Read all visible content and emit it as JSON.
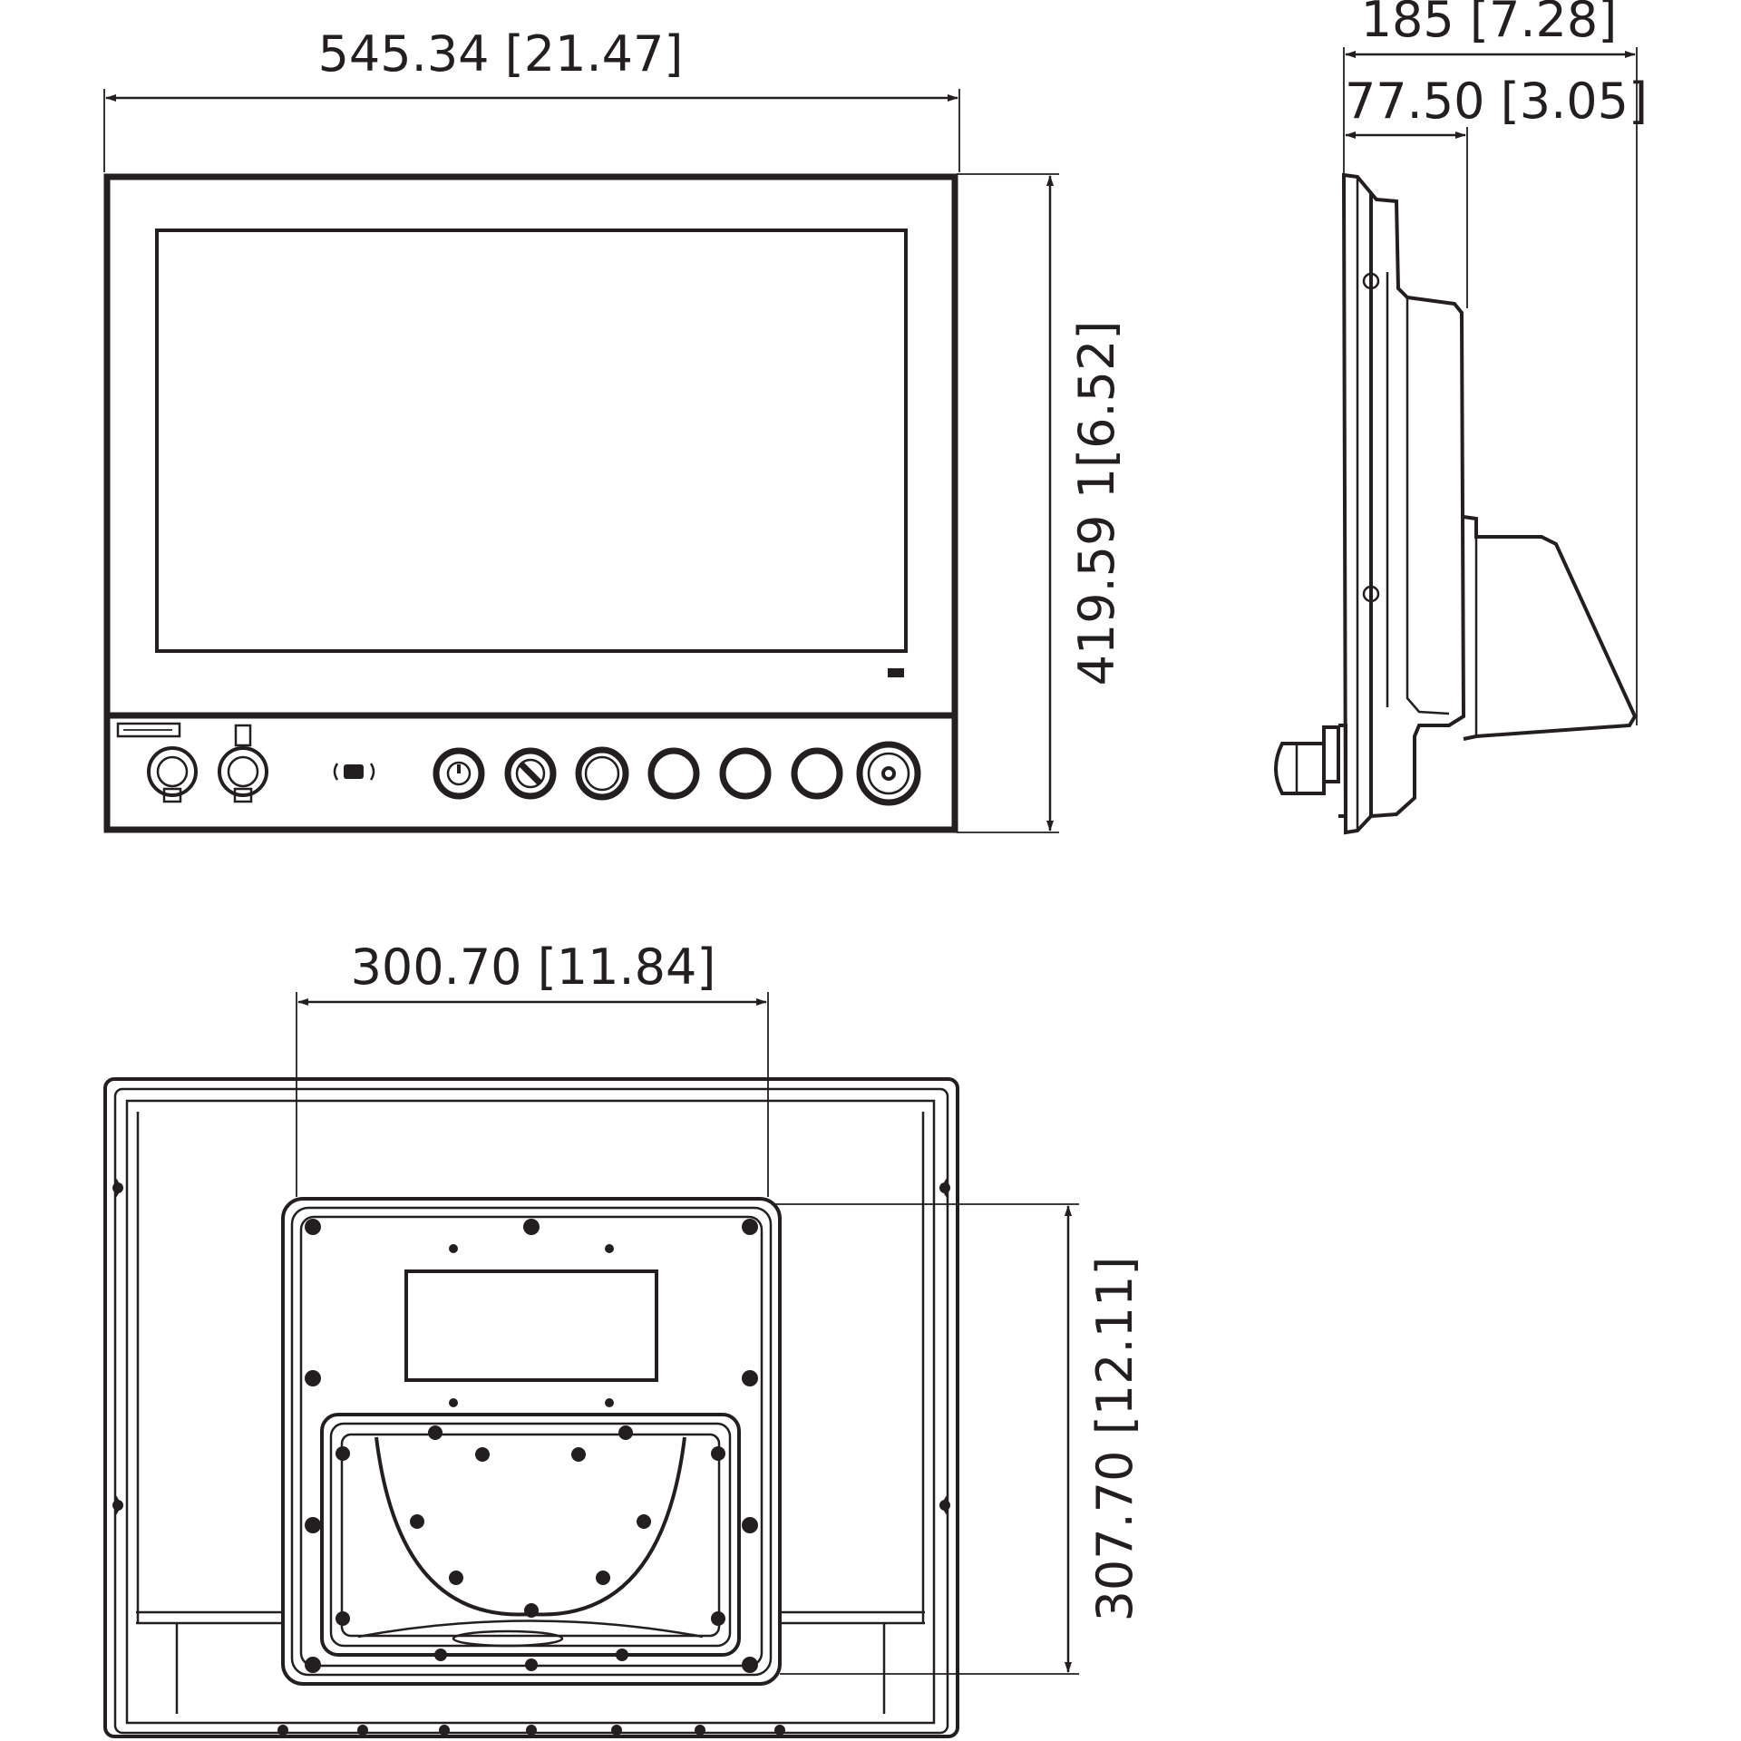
{
  "dimensions": {
    "front_width": "545.34 [21.47]",
    "front_height": "419.59 1[6.52]",
    "side_depth_total": "185 [7.28]",
    "side_depth_body": "77.50 [3.05]",
    "rear_mount_width": "300.70 [11.84]",
    "rear_mount_height": "307.70 [12.11]"
  }
}
